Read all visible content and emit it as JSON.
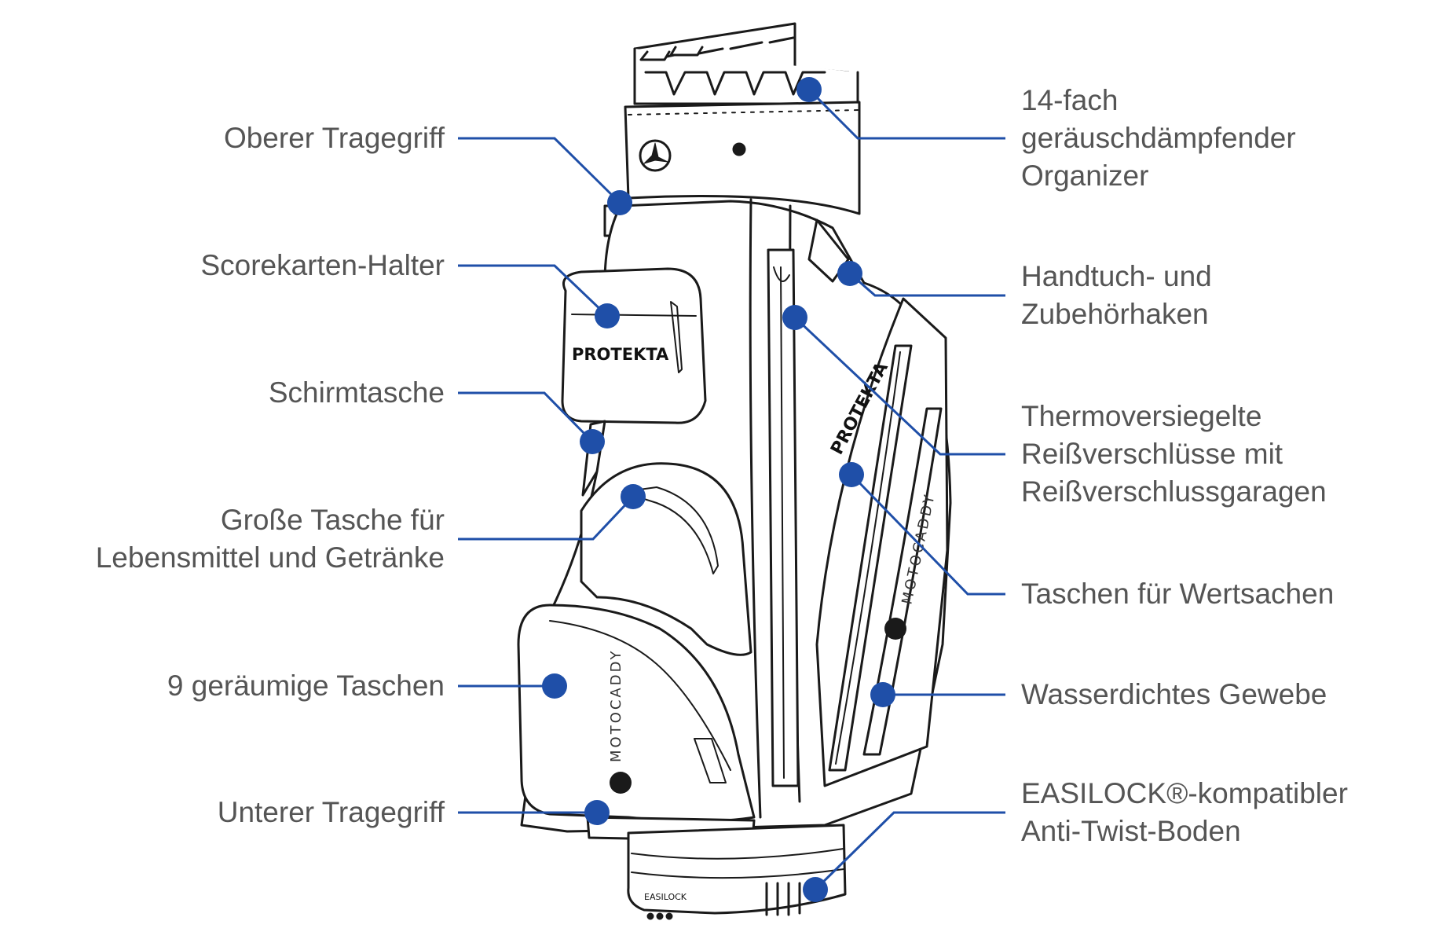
{
  "colors": {
    "accent": "#1f4fa8",
    "text": "#555555",
    "outline": "#1a1a1a"
  },
  "brand": {
    "protekta": "PROTEKTA",
    "motocaddy": "MOTOCADDY",
    "easilock": "EASILOCK"
  },
  "callouts_left": [
    {
      "id": "oberer-tragegriff",
      "lines": [
        "Oberer Tragegriff"
      ]
    },
    {
      "id": "scorekarten-halter",
      "lines": [
        "Scorekarten-Halter"
      ]
    },
    {
      "id": "schirmtasche",
      "lines": [
        "Schirmtasche"
      ]
    },
    {
      "id": "grosse-tasche",
      "lines": [
        "Große Tasche für",
        "Lebensmittel und Getränke"
      ]
    },
    {
      "id": "9-taschen",
      "lines": [
        "9 geräumige Taschen"
      ]
    },
    {
      "id": "unterer-tragegriff",
      "lines": [
        "Unterer Tragegriff"
      ]
    }
  ],
  "callouts_right": [
    {
      "id": "organizer",
      "lines": [
        "14-fach",
        "geräuschdämpfender",
        "Organizer"
      ]
    },
    {
      "id": "handtuch",
      "lines": [
        "Handtuch- und",
        "Zubehörhaken"
      ]
    },
    {
      "id": "reissverschluesse",
      "lines": [
        "Thermoversiegelte",
        "Reißverschlüsse mit",
        "Reißverschlussgaragen"
      ]
    },
    {
      "id": "wertsachen",
      "lines": [
        "Taschen für Wertsachen"
      ]
    },
    {
      "id": "gewebe",
      "lines": [
        "Wasserdichtes Gewebe"
      ]
    },
    {
      "id": "boden",
      "lines": [
        "EASILOCK®-kompatibler",
        "Anti-Twist-Boden"
      ]
    }
  ]
}
